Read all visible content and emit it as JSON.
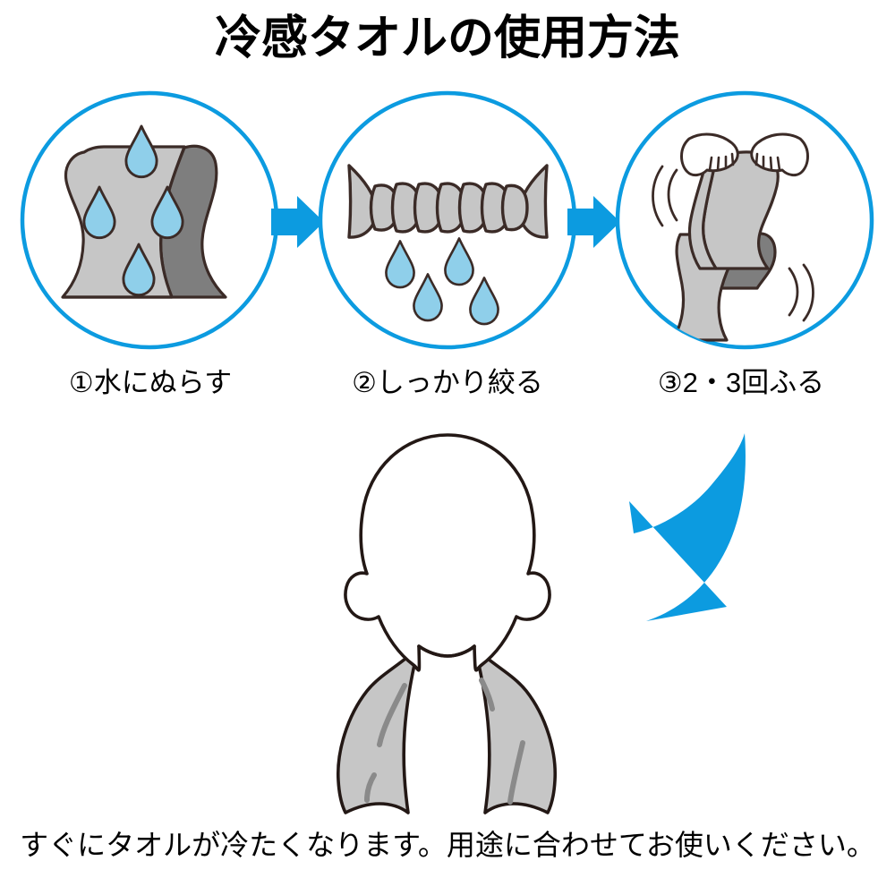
{
  "page": {
    "title": "冷感タオルの使用方法",
    "caption": "すぐにタオルが冷たくなります。用途に合わせてお使いください。",
    "background_color": "#FFFFFF"
  },
  "colors": {
    "accent_blue": "#0C9BE0",
    "droplet_blue": "#8FCFEA",
    "towel_gray": "#C6C6C6",
    "towel_gray_dark": "#7E7E7E",
    "towel_gray_shade": "#8A8A8A",
    "outline": "#3B2B27",
    "text": "#000000"
  },
  "steps": [
    {
      "number": "①",
      "label": "①水にぬらす",
      "illustration": "towel-sheet-with-water-droplets",
      "droplet_count": 4
    },
    {
      "number": "②",
      "label": "②しっかり絞る",
      "illustration": "twisted-wrung-towel-dripping",
      "droplet_count": 4
    },
    {
      "number": "③",
      "label": "③2・3回ふる",
      "illustration": "hands-shaking-towel",
      "droplet_count": 0
    }
  ],
  "arrows": {
    "step_arrow_1": "arrow-right-icon",
    "step_arrow_2": "arrow-right-icon",
    "result_arrow": "curved-arrow-down-left-icon"
  },
  "result": {
    "illustration": "person-wearing-towel-around-neck"
  }
}
